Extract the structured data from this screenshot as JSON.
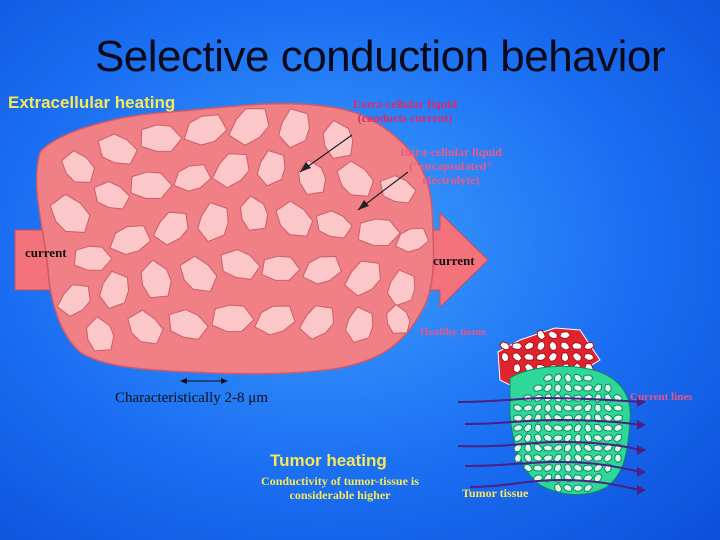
{
  "title": "Selective conduction behavior",
  "top_section": {
    "heading": "Extracellular heating",
    "extra_label": "Extra-cellular liquid (conducts current)",
    "intra_label": "Intra-cellular liquid (\"encapsulated\" electrolyte)",
    "current_left": "current",
    "current_right": "current",
    "scale_label": "Characteristically 2-8 μm"
  },
  "bottom_section": {
    "healthy_label": "Healthy tissue",
    "current_lines_label": "Current lines",
    "heading": "Tumor heating",
    "conductivity_note": "Conductivity of tumor-tissue is considerable higher",
    "tumor_label": "Tumor tissue"
  },
  "colors": {
    "background": "#1b6ff2",
    "tissue": "#f07f86",
    "cell": "#fcc7c9",
    "arrow": "#f3727c",
    "heading_yellow": "#f5e85a",
    "label_pink": "#e0286a",
    "tumor_green": "#2fd89a",
    "healthy_red": "#e0242d",
    "current_line": "#4b1f86"
  }
}
